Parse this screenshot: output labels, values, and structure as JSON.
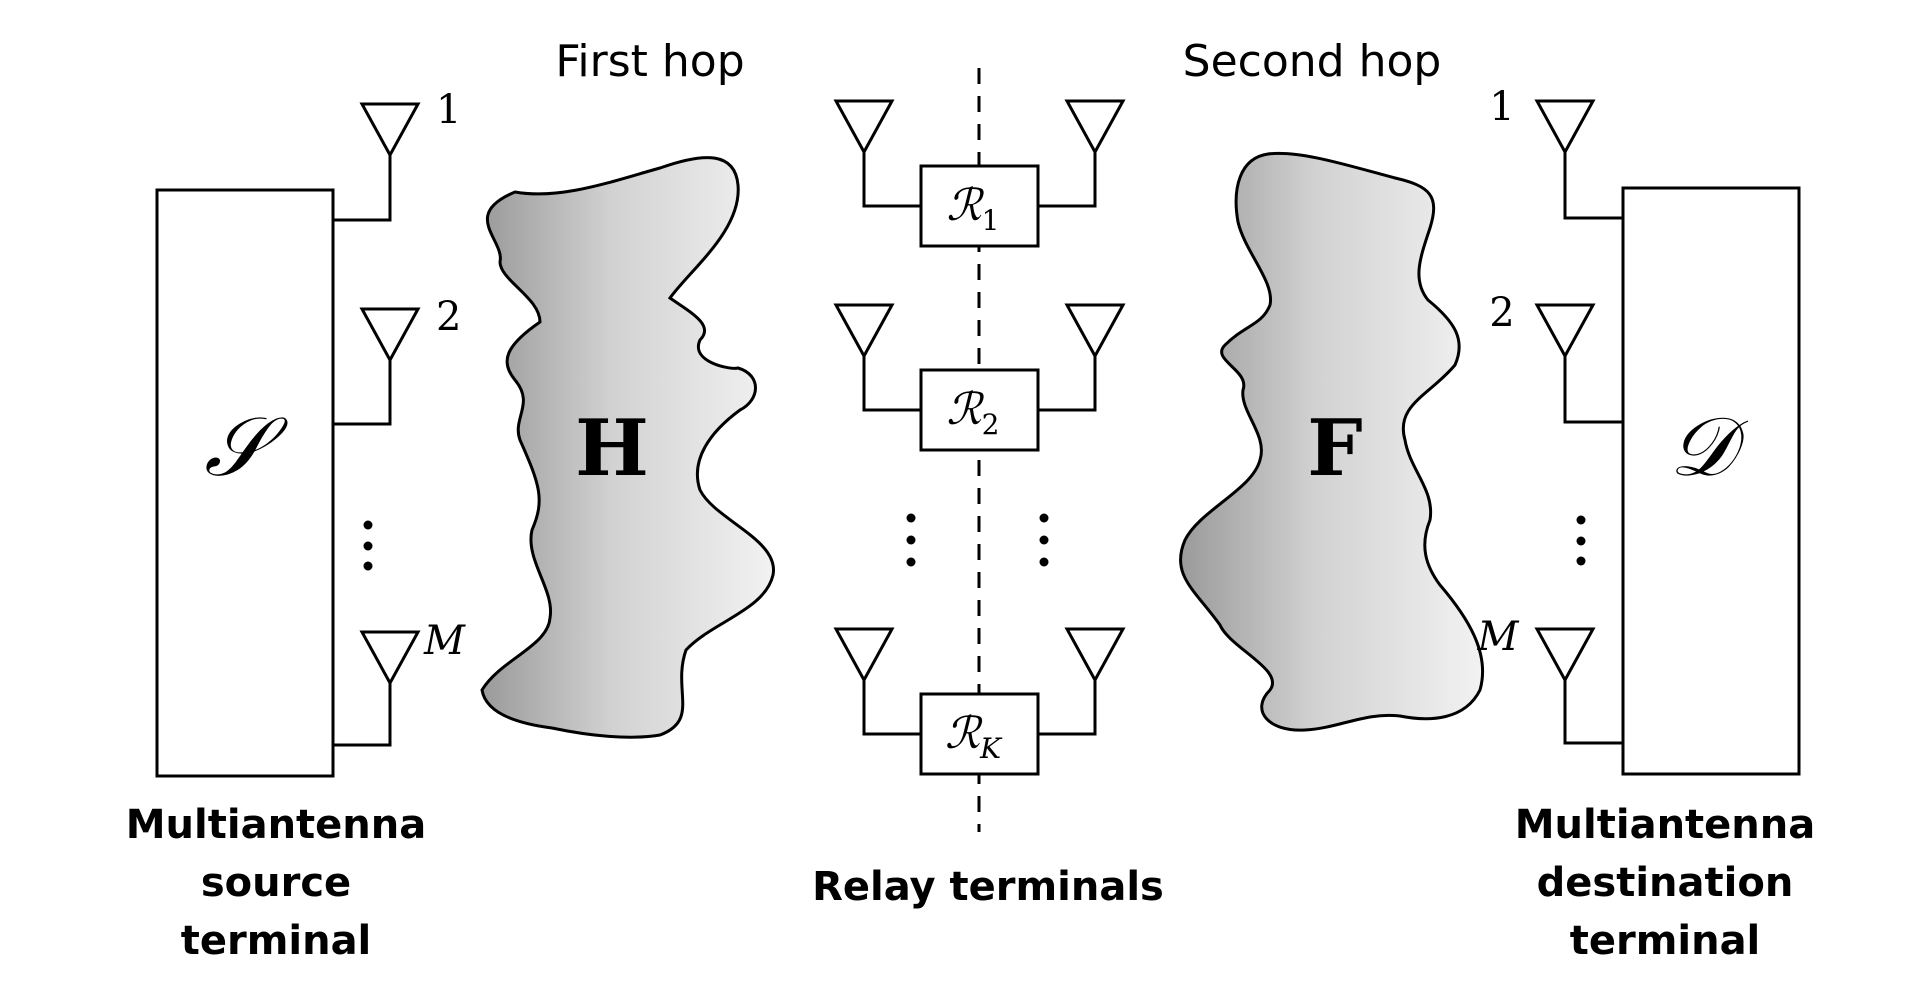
{
  "hops": {
    "first": "First hop",
    "second": "Second hop"
  },
  "source": {
    "symbol": "𝒮",
    "antenna_labels": [
      "1",
      "2",
      "M"
    ],
    "caption": [
      "Multiantenna",
      "source",
      "terminal"
    ]
  },
  "destination": {
    "symbol": "𝒟",
    "antenna_labels": [
      "1",
      "2",
      "M"
    ],
    "caption": [
      "Multiantenna",
      "destination",
      "terminal"
    ]
  },
  "channels": {
    "first": "H",
    "second": "F"
  },
  "relays": {
    "items": [
      {
        "base": "ℛ",
        "sub": "1"
      },
      {
        "base": "ℛ",
        "sub": "2"
      },
      {
        "base": "ℛ",
        "sub": "K"
      }
    ],
    "caption": "Relay terminals"
  }
}
